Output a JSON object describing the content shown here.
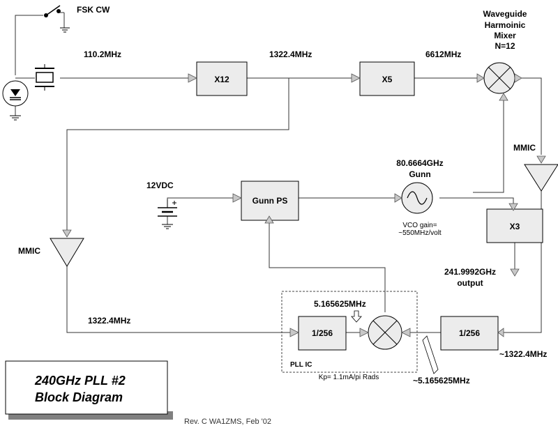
{
  "labels": {
    "fsk": "FSK CW",
    "f_xtal": "110.2MHz",
    "f_x12_out": "1322.4MHz",
    "f_x5_out": "6612MHz",
    "mixer_title_1": "Waveguide",
    "mixer_title_2": "Harmoinic",
    "mixer_title_3": "Mixer",
    "mixer_title_4": "N=12",
    "mmic_right": "MMIC",
    "mmic_left": "MMIC",
    "vdc": "12VDC",
    "gunn_freq": "80.6664GHz",
    "gunn_name": "Gunn",
    "vco_gain_1": "VCO gain=",
    "vco_gain_2": "~550MHz/volt",
    "out_freq": "241.9992GHz",
    "out_word": "output",
    "f_left_bottom": "1322.4MHz",
    "f_pll": "5.165625MHz",
    "pll_ic": "PLL IC",
    "kp": "Kp= 1.1mA/pi Rads",
    "f_right_bottom": "~1322.4MHz",
    "f_pll_approx": "~5.165625MHz",
    "title_1": "240GHz PLL #2",
    "title_2": "Block Diagram",
    "revision": "Rev. C  WA1ZMS, Feb '02"
  },
  "blocks": {
    "x12": "X12",
    "x5": "X5",
    "gunn_ps": "Gunn PS",
    "x3": "X3",
    "div_left": "1/256",
    "div_right": "1/256"
  }
}
